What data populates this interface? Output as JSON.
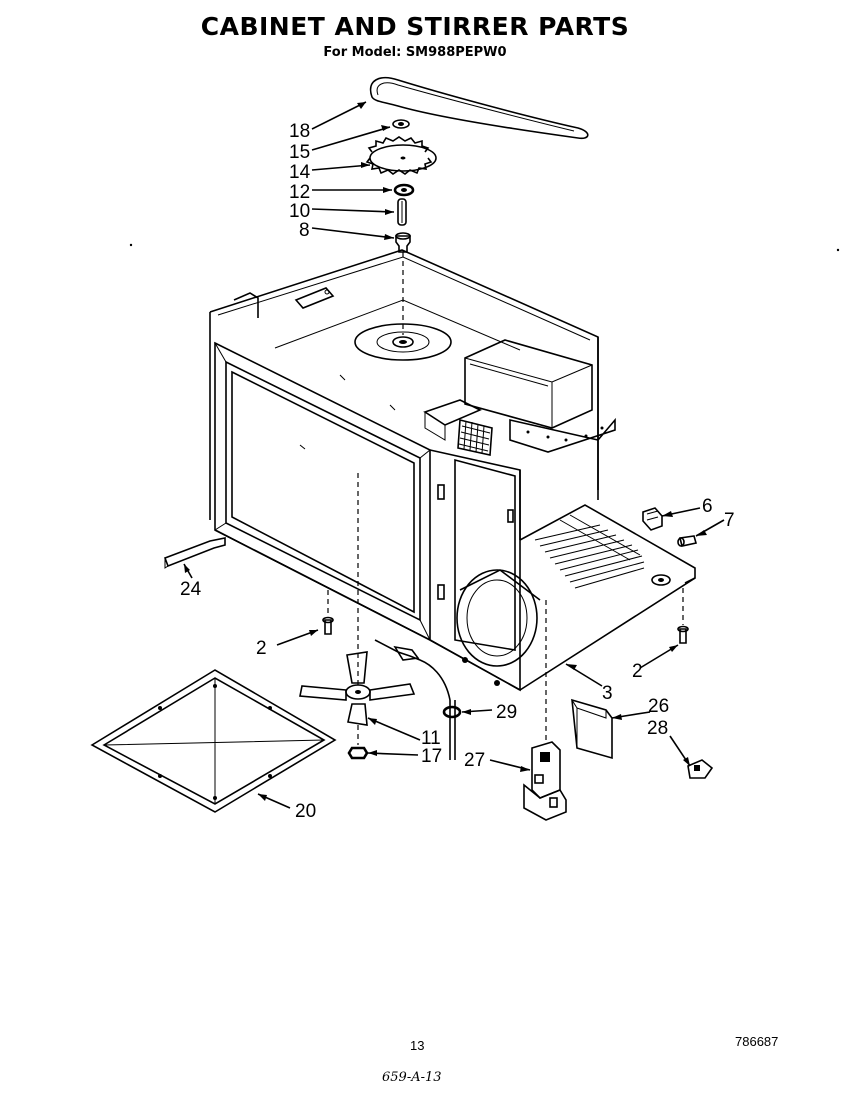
{
  "title": "CABINET AND STIRRER PARTS",
  "subtitle": "For Model: SM988PEPW0",
  "callouts": {
    "p18": "18",
    "p15": "15",
    "p14": "14",
    "p12": "12",
    "p10": "10",
    "p8": "8",
    "p6": "6",
    "p7": "7",
    "p24": "24",
    "p2a": "2",
    "p2b": "2",
    "p3": "3",
    "p29": "29",
    "p26": "26",
    "p28": "28",
    "p11": "11",
    "p17": "17",
    "p27": "27",
    "p20": "20"
  },
  "footer": {
    "page_number": "13",
    "doc_number": "786687",
    "handwritten_note": "659-A-13"
  }
}
